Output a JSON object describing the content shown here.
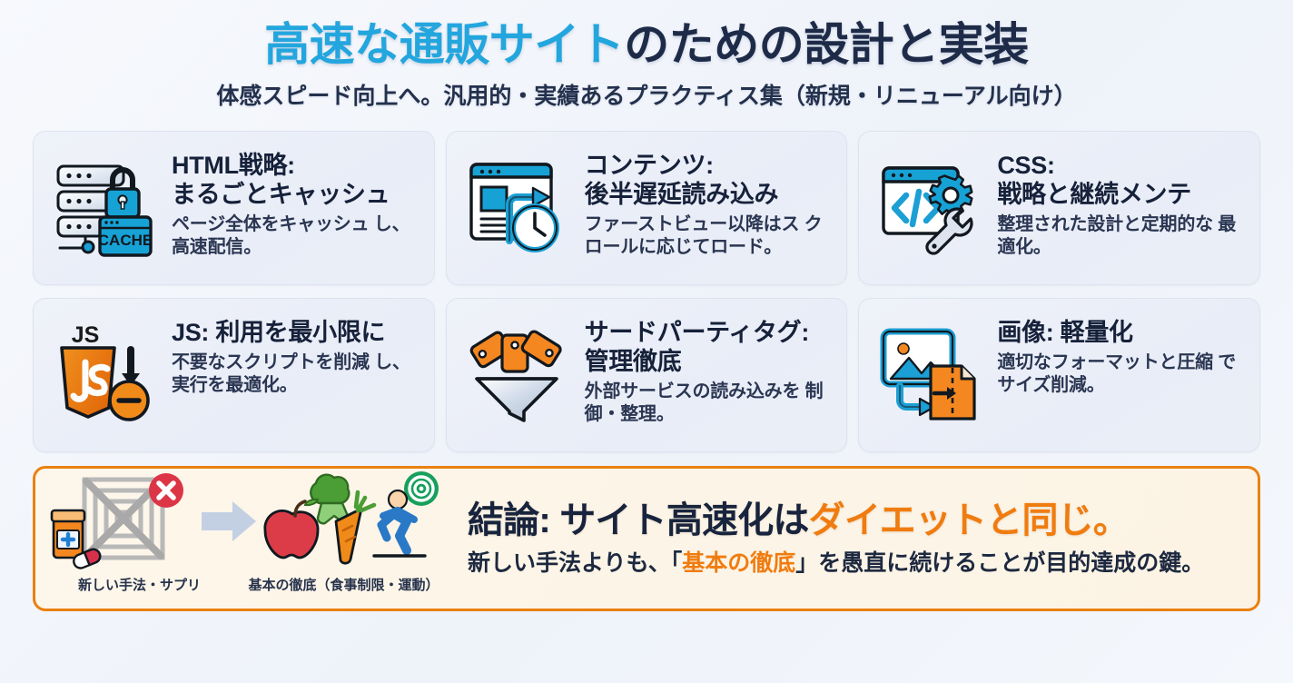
{
  "header": {
    "title_accent": "高速な通販サイト",
    "title_rest": "のための設計と実装",
    "subtitle": "体感スピード向上へ。汎用的・実績あるプラクティス集（新規・リニューアル向け）"
  },
  "colors": {
    "accent_blue": "#23a6de",
    "dark_navy": "#1e2b48",
    "accent_orange": "#f07c10",
    "banner_border": "#e9810f",
    "banner_bg": "#fdf6ea",
    "card_bg": "#eff2f9",
    "page_bg": "#f7f9fd"
  },
  "cards": [
    {
      "icon": "server-cache-lock-icon",
      "title_line1": "HTML戦略:",
      "title_line2": "まるごとキャッシュ",
      "desc_line1": "ページ全体をキャッシュ",
      "desc_line2": "し、高速配信。",
      "icon_label": "CACHE"
    },
    {
      "icon": "lazy-load-clock-icon",
      "title_line1": "コンテンツ:",
      "title_line2": "後半遅延読み込み",
      "desc_line1": "ファーストビュー以降はス",
      "desc_line2": "クロールに応じてロード。"
    },
    {
      "icon": "css-gear-wrench-icon",
      "title_line1": "CSS:",
      "title_line2": "戦略と継続メンテ",
      "desc_line1": "整理された設計と定期的な",
      "desc_line2": "最適化。"
    },
    {
      "icon": "js-shield-minus-icon",
      "title_line1": "JS: 利用を最小限に",
      "title_line2": "",
      "desc_line1": "不要なスクリプトを削減",
      "desc_line2": "し、実行を最適化。",
      "icon_label": "JS"
    },
    {
      "icon": "tags-funnel-icon",
      "title_line1": "サードパーティタグ:",
      "title_line2": "管理徹底",
      "desc_line1": "外部サービスの読み込みを",
      "desc_line2": "制御・整理。"
    },
    {
      "icon": "image-compress-icon",
      "title_line1": "画像: 軽量化",
      "title_line2": "",
      "desc_line1": "適切なフォーマットと圧縮",
      "desc_line2": "でサイズ削減。"
    }
  ],
  "conclusion": {
    "illustration": {
      "left_icon": "maze-pills-rejected-icon",
      "arrow_icon": "right-arrow-icon",
      "right_icon": "healthy-food-runner-target-icon",
      "left_caption": "新しい手法・サプリ",
      "right_caption": "基本の徹底（食事制限・運動）"
    },
    "title_prefix": "結論: サイト高速化は",
    "title_highlight": "ダイエットと同じ。",
    "sub_part1": "新しい手法よりも、「",
    "sub_highlight": "基本の徹底",
    "sub_part2": "」を愚直に続けることが目的達成の鍵。"
  }
}
